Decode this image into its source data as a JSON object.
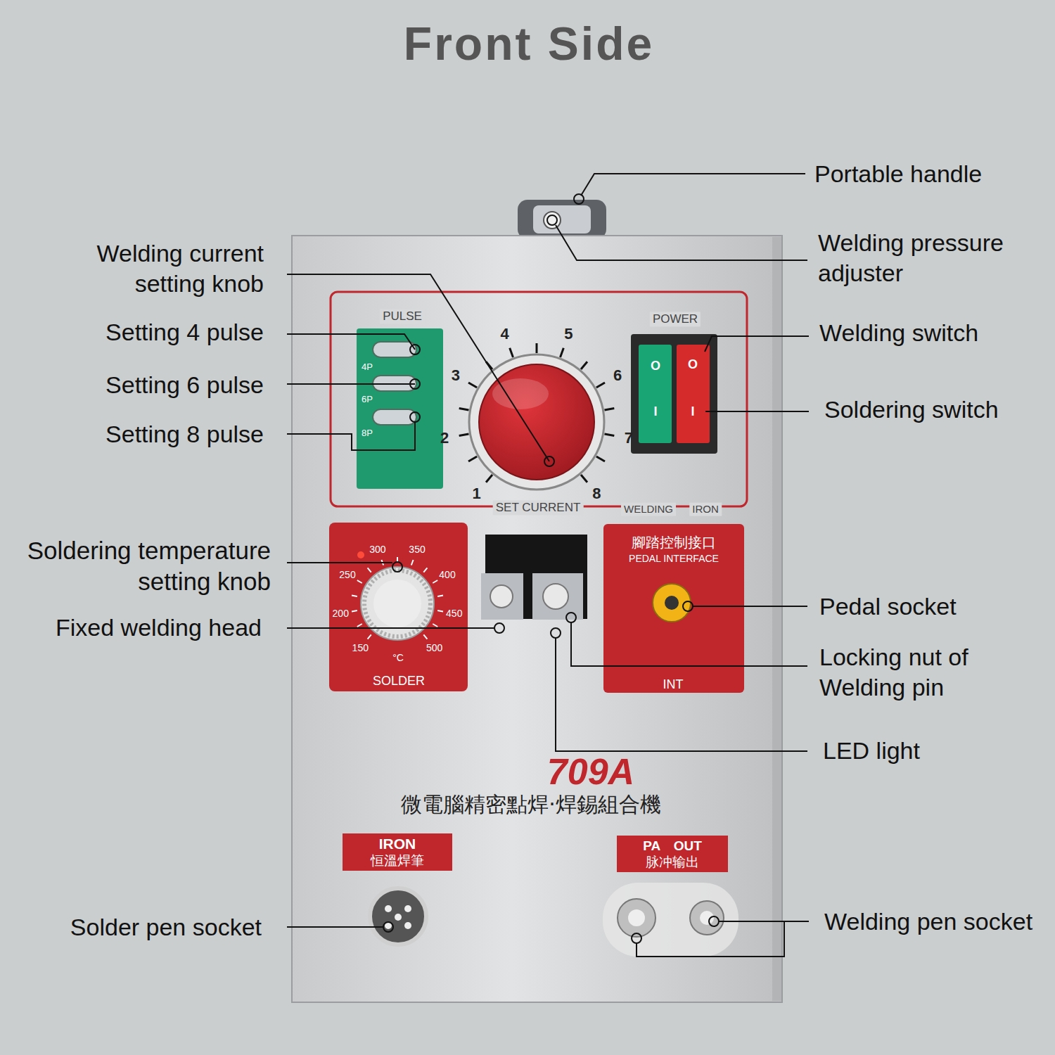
{
  "diagram": {
    "title": "Front Side",
    "nodes": [
      {
        "text": [
          "709A",
          "微電腦精密點焊·焊錫組合機"
        ]
      },
      {
        "text": [
          "PULSE",
          "4P",
          "6P",
          "8P"
        ],
        "in": 0
      },
      {
        "text": [
          "POWER"
        ],
        "in": 0
      },
      {
        "text": [
          "SOLDER"
        ],
        "in": 0
      },
      {
        "text": [
          "腳踏控制接口",
          "PEDAL INTERFACE",
          "INT"
        ],
        "in": 0
      },
      {
        "text": [
          "IRON",
          "恒溫焊筆"
        ],
        "in": 0
      },
      {
        "text": [
          "PA OUT",
          "脉冲输出"
        ],
        "in": 0
      }
    ],
    "labels": [
      "Portable handle",
      "Welding pressure adjuster",
      "Welding current setting knob",
      "Setting 4 pulse",
      "Setting 6 pulse",
      "Setting 8 pulse",
      "Welding switch",
      "Soldering switch",
      "Soldering temperature setting knob",
      "Fixed welding head",
      "Pedal socket",
      "Locking nut of Welding pin",
      "LED light",
      "Solder pen socket",
      "Welding pen socket",
      "1",
      "2",
      "3",
      "4",
      "5",
      "6",
      "7",
      "8",
      "SET CURRENT",
      "WELDING",
      "IRON",
      "O",
      "I",
      "O",
      "I",
      "150",
      "200",
      "250",
      "300",
      "350",
      "400",
      "450",
      "500",
      "°C"
    ]
  }
}
